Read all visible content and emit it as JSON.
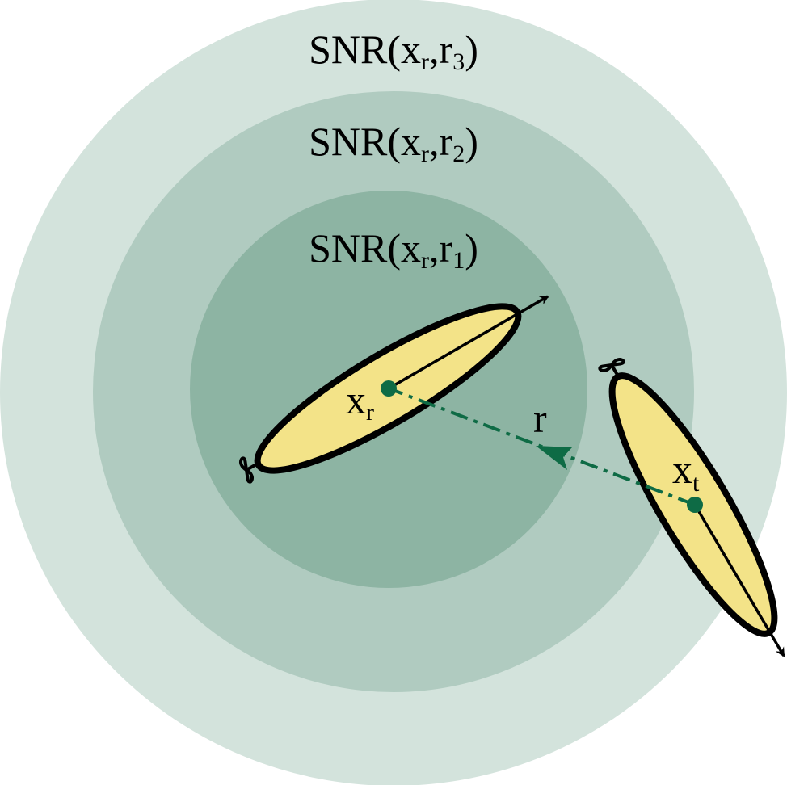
{
  "zones": [
    {
      "label_main": "SNR(x",
      "label_sub": "r",
      "label_mid": ",r",
      "label_sub2": "3",
      "label_end": ")",
      "color": "#d3e3dc"
    },
    {
      "label_main": "SNR(x",
      "label_sub": "r",
      "label_mid": ",r",
      "label_sub2": "2",
      "label_end": ")",
      "color": "#b0cbc0"
    },
    {
      "label_main": "SNR(x",
      "label_sub": "r",
      "label_mid": ",r",
      "label_sub2": "1",
      "label_end": ")",
      "color": "#8db4a3"
    }
  ],
  "receiver": {
    "label": "x",
    "sub": "r"
  },
  "transmitter": {
    "label": "x",
    "sub": "t"
  },
  "range": {
    "label": "r"
  },
  "colors": {
    "vehicle_fill": "#f3e388",
    "point": "#0e6b45",
    "outline": "#000000"
  }
}
